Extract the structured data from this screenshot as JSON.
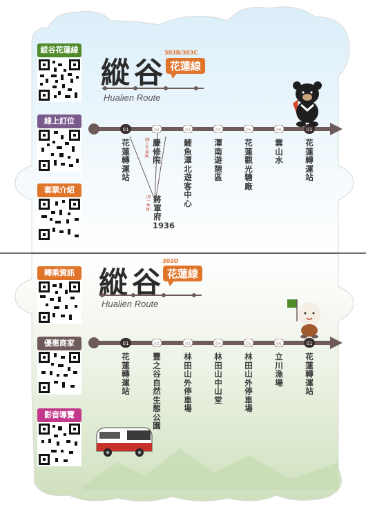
{
  "colors": {
    "route": "#6e5a58",
    "orange": "#e0742b",
    "green": "#4f8a2b",
    "purple": "#7a5a8c",
    "pink": "#c2398b"
  },
  "top": {
    "title": "縱谷",
    "route_codes": "303B/303C",
    "line_tag": "花蓮線",
    "subtitle": "Hualien Route",
    "qr_labels": [
      "縱谷花蓮線",
      "線上訂位",
      "套票介紹"
    ],
    "stops": [
      {
        "num": "01",
        "name": "花蓮轉運站"
      },
      {
        "num": "02",
        "name": "慶修院",
        "note": "(僅上午開放)"
      },
      {
        "num": "03",
        "name": "鯉魚潭北遊客中心"
      },
      {
        "num": "04",
        "name": "潭南遊憩區"
      },
      {
        "num": "05",
        "name": "花蓮觀光糖廠"
      },
      {
        "num": "06",
        "name": "雲山水"
      },
      {
        "num": "01",
        "name": "花蓮轉運站"
      }
    ],
    "branch": {
      "name": "將軍府1936",
      "note": "(週一休館)"
    }
  },
  "bottom": {
    "title": "縱谷",
    "route_codes": "303D",
    "line_tag": "花蓮線",
    "subtitle": "Hualien Route",
    "qr_labels": [
      "轉乘資訊",
      "優惠商家",
      "影音導覽"
    ],
    "stops": [
      {
        "num": "01",
        "name": "花蓮轉運站"
      },
      {
        "num": "02",
        "name": "豐之谷自然生態公園"
      },
      {
        "num": "03",
        "name": "林田山外停車場"
      },
      {
        "num": "04",
        "name": "林田山中山堂"
      },
      {
        "num": "05",
        "name": "林田山外停車場"
      },
      {
        "num": "06",
        "name": "立川漁場"
      },
      {
        "num": "01",
        "name": "花蓮轉運站"
      }
    ]
  }
}
